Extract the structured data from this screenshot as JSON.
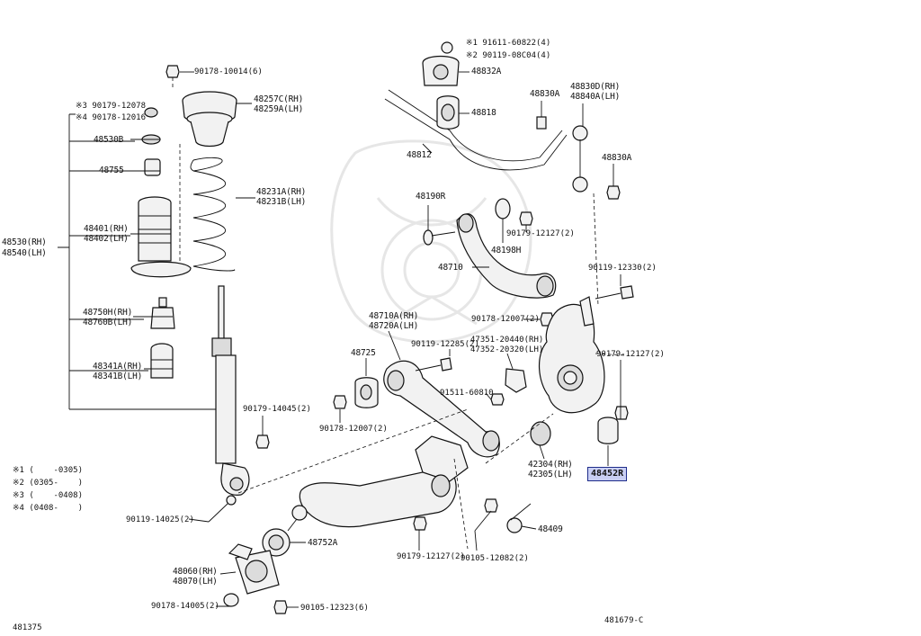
{
  "labels": {
    "l_90178_10014": "90178-10014(6)",
    "l_n3": "※3 90179-12078",
    "l_n4": "※4 90178-12016",
    "l_48257": "48257C(RH)",
    "l_48259": "48259A(LH)",
    "l_48530b": "48530B",
    "l_48755": "48755",
    "l_48231a": "48231A(RH)",
    "l_48231b": "48231B(LH)",
    "l_48401": "48401(RH)",
    "l_48402": "48402(LH)",
    "l_48530rh": "48530(RH)",
    "l_48540lh": "48540(LH)",
    "l_48750": "48750H(RH)",
    "l_48760": "48760B(LH)",
    "l_48341a": "48341A(RH)",
    "l_48341b": "48341B(LH)",
    "l_90179_14045": "90179-14045(2)",
    "l_n1_part": "※1 91611-60822(4)",
    "l_n2_part": "※2 90119-08C04(4)",
    "l_48832a": "48832A",
    "l_48818": "48818",
    "l_48812": "48812",
    "l_48830a_top": "48830A",
    "l_48830d": "48830D(RH)",
    "l_48840a": "48840A(LH)",
    "l_48830a_right": "48830A",
    "l_48190r": "48190R",
    "l_90179_12127_a": "90179-12127(2)",
    "l_48198h": "48198H",
    "l_48710": "48710",
    "l_90119_12330": "90119-12330(2)",
    "l_90178_12007_a": "90178-12007(2)",
    "l_48710a": "48710A(RH)",
    "l_48720a": "48720A(LH)",
    "l_48725": "48725",
    "l_90119_12285": "90119-12285(2)",
    "l_47351": "47351-20440(RH)",
    "l_47352": "47352-20320(LH)",
    "l_90179_12127_b": "90179-12127(2)",
    "l_91511": "91511-60810",
    "l_90178_12007_b": "90178-12007(2)",
    "l_42304": "42304(RH)",
    "l_42305": "42305(LH)",
    "l_48452r": "48452R",
    "l_90119_14025": "90119-14025(2)",
    "l_48752a": "48752A",
    "l_48409": "48409",
    "l_90179_12127_c": "90179-12127(2)",
    "l_90105_12082": "90105-12082(2)",
    "l_48060": "48060(RH)",
    "l_48070": "48070(LH)",
    "l_90178_14005": "90178-14005(2)",
    "l_90105_12323": "90105-12323(6)"
  },
  "legend": {
    "n1": "※1 (    -0305)",
    "n2": "※2 (0305-    )",
    "n3": "※3 (    -0408)",
    "n4": "※4 (0408-    )"
  },
  "footer": {
    "left_code": "481375",
    "right_code": "481679-C"
  },
  "colors": {
    "highlight_fill": "#c9cff4",
    "highlight_border": "#1f2d8a",
    "watermark": "#e6e6e6"
  }
}
